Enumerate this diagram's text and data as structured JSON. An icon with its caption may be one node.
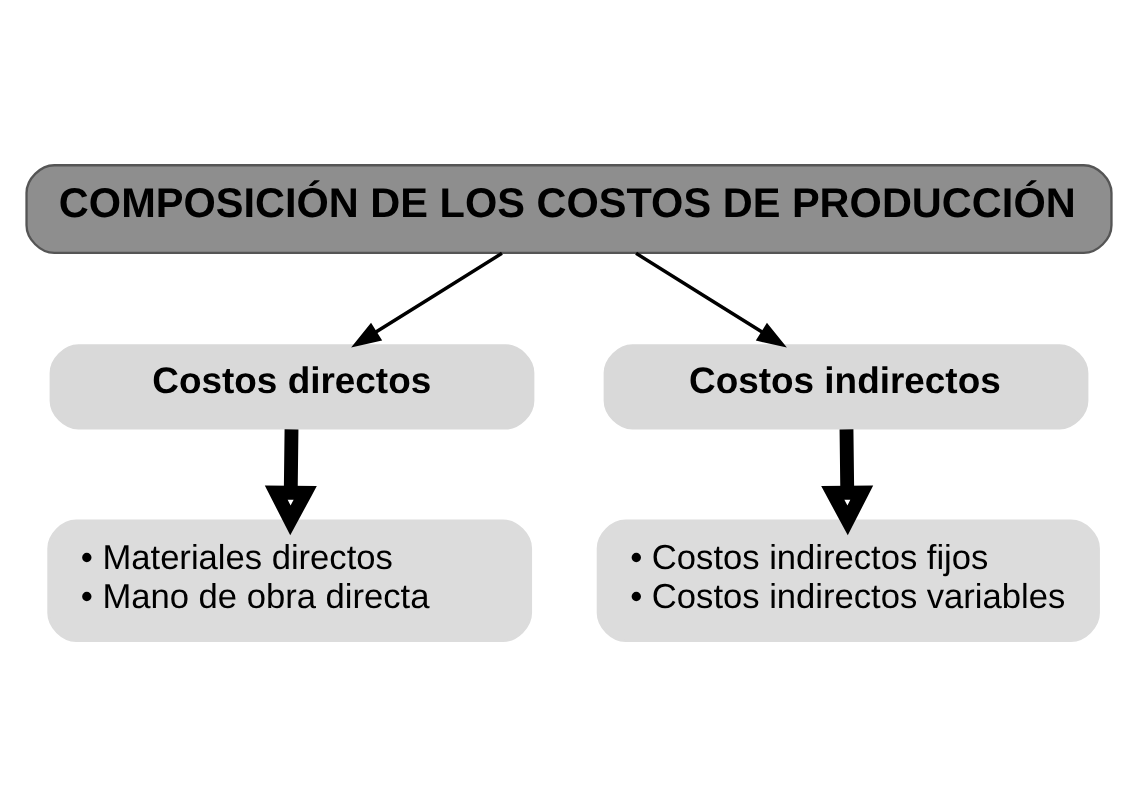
{
  "diagram": {
    "nodes": [
      {
        "text": [
          "COMPOSICIÓN DE LOS COSTOS DE PRODUCCIÓN"
        ]
      },
      {
        "text": [
          "Costos directos"
        ]
      },
      {
        "text": [
          "Costos indirectos"
        ]
      },
      {
        "text": [
          "• Materiales directos",
          "• Mano de obra directa"
        ]
      },
      {
        "text": [
          "• Costos indirectos fijos",
          "• Costos indirectos variables"
        ]
      }
    ],
    "edges": [
      {
        "from": 0,
        "to": 1,
        "arrow": "to"
      },
      {
        "from": 0,
        "to": 2,
        "arrow": "to"
      },
      {
        "from": 1,
        "to": 3,
        "arrow": "to",
        "style": "thick"
      },
      {
        "from": 2,
        "to": 4,
        "arrow": "to",
        "style": "thick"
      }
    ]
  }
}
